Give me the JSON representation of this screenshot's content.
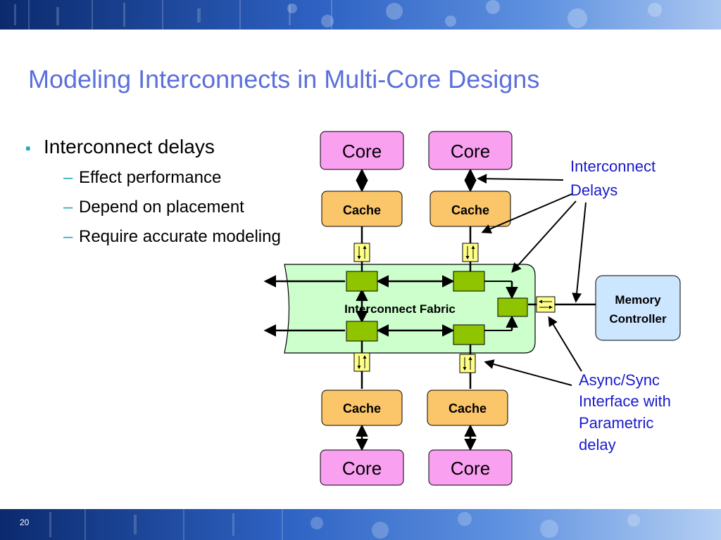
{
  "slide": {
    "title": "Modeling Interconnects in Multi-Core Designs",
    "page_number": "20"
  },
  "bullets": {
    "main": "Interconnect delays",
    "sub": [
      "Effect performance",
      "Depend on placement",
      "Require accurate modeling"
    ]
  },
  "diagram": {
    "cores": {
      "top_left": "Core",
      "top_right": "Core",
      "bottom_left": "Core",
      "bottom_right": "Core"
    },
    "caches": {
      "top_left": "Cache",
      "top_right": "Cache",
      "bottom_left": "Cache",
      "bottom_right": "Cache"
    },
    "fabric_label": "Interconnect Fabric",
    "memory_controller": [
      "Memory",
      "Controller"
    ],
    "annotation_delays": [
      "Interconnect",
      "Delays"
    ],
    "annotation_async": [
      "Async/Sync",
      "Interface with",
      "Parametric",
      "delay"
    ]
  },
  "colors": {
    "title": "#5b6fdc",
    "core_fill": "#f9a0f0",
    "cache_fill": "#fbc66a",
    "fabric_fill": "#ccffcc",
    "router_fill": "#8fc400",
    "interface_fill": "#ffff88",
    "memory_fill": "#cce6ff",
    "annotation": "#1a1acc",
    "bullet_accent": "#1fa8b8"
  }
}
